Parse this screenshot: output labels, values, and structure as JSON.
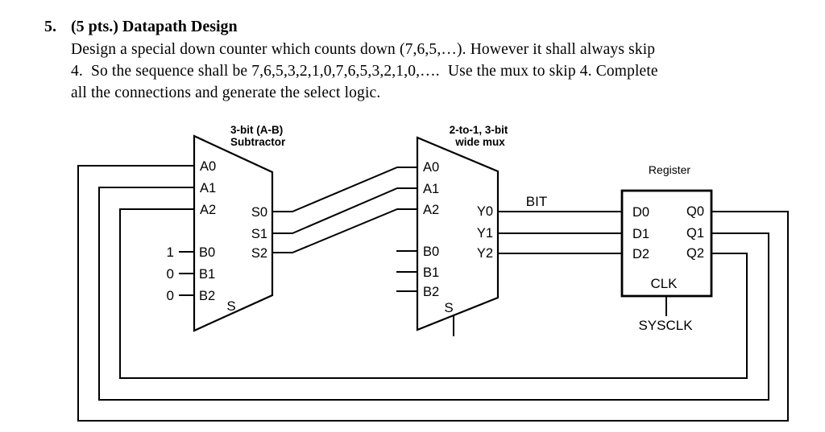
{
  "problem": {
    "number": "5.",
    "title": "(5 pts.) Datapath Design",
    "lines": [
      "Design a special down counter which counts down (7,6,5,…). However it shall always skip",
      "4.  So the sequence shall be 7,6,5,3,2,1,0,7,6,5,3,2,1,0,….  Use the mux to skip 4. Complete",
      "all the connections and generate the select logic."
    ]
  },
  "subtractor": {
    "title_line1": "3-bit (A-B)",
    "title_line2": "Subtractor",
    "a_inputs": [
      "A0",
      "A1",
      "A2"
    ],
    "s_outputs": [
      "S0",
      "S1",
      "S2"
    ],
    "b_inputs": [
      "B0",
      "B1",
      "B2"
    ],
    "b_constants": [
      "1",
      "0",
      "0"
    ],
    "select_label": "S"
  },
  "mux": {
    "title_line1": "2-to-1, 3-bit",
    "title_line2": "wide mux",
    "a_inputs": [
      "A0",
      "A1",
      "A2"
    ],
    "y_outputs": [
      "Y0",
      "Y1",
      "Y2"
    ],
    "b_inputs": [
      "B0",
      "B1",
      "B2"
    ],
    "select_label": "S"
  },
  "register": {
    "title": "Register",
    "d_inputs": [
      "D0",
      "D1",
      "D2"
    ],
    "q_outputs": [
      "Q0",
      "Q1",
      "Q2"
    ],
    "clk_label": "CLK",
    "sysclk_label": "SYSCLK"
  },
  "wire_labels": {
    "bit": "BIT"
  },
  "colors": {
    "ink": "#000000",
    "paper": "#ffffff"
  }
}
